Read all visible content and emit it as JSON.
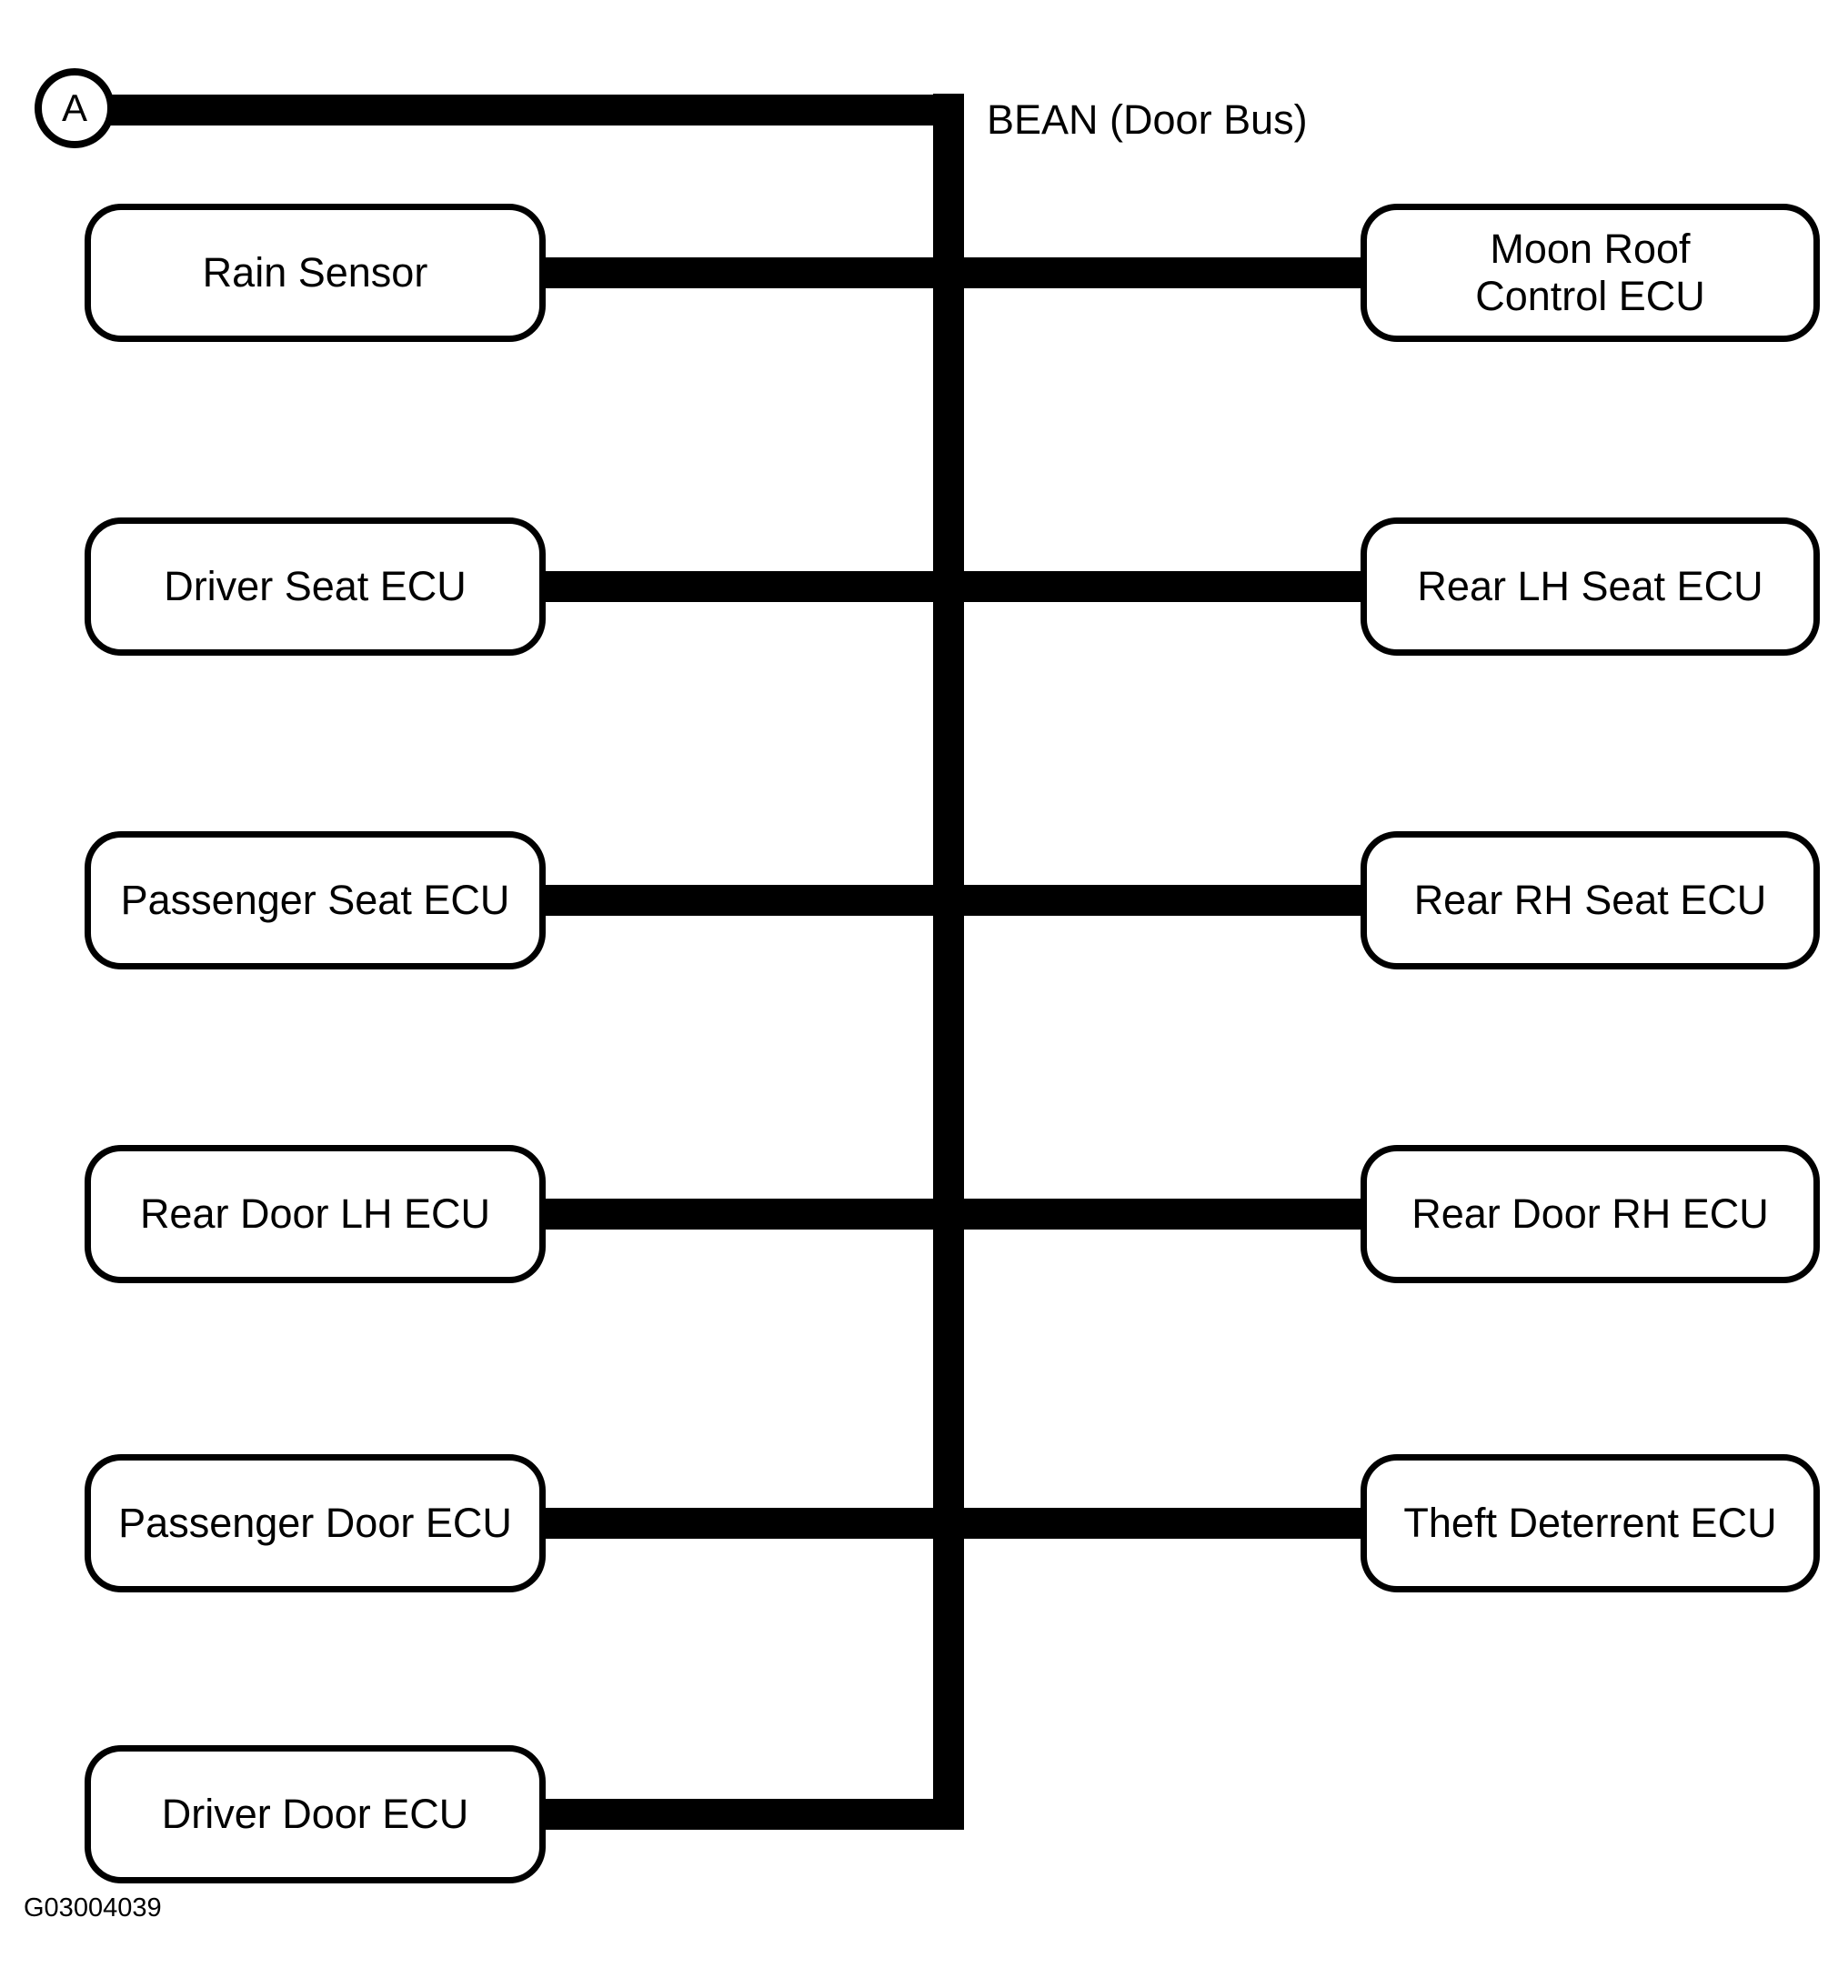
{
  "diagram": {
    "type": "bus-topology",
    "bus_label": "BEAN (Door Bus)",
    "connector_circle": "A",
    "figure_id": "G03004039",
    "colors": {
      "line": "#000000",
      "background": "#ffffff",
      "text": "#000000"
    },
    "left_nodes": [
      "Rain Sensor",
      "Driver Seat ECU",
      "Passenger Seat ECU",
      "Rear Door LH ECU",
      "Passenger Door ECU",
      "Driver Door ECU"
    ],
    "right_nodes": [
      "Moon Roof\nControl ECU",
      "Rear LH Seat ECU",
      "Rear RH Seat ECU",
      "Rear Door RH ECU",
      "Theft Deterrent ECU"
    ]
  }
}
